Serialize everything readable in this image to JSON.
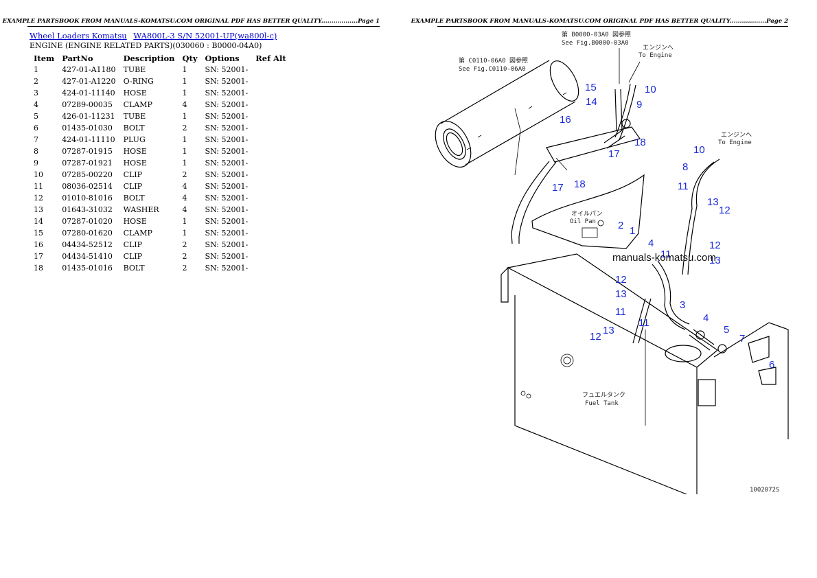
{
  "headers": {
    "left": "EXAMPLE PARTSBOOK FROM MANUALS-KOMATSU.COM ORIGINAL PDF HAS BETTER QUALITY..................Page 1",
    "right": "EXAMPLE PARTSBOOK FROM MANUALS-KOMATSU.COM ORIGINAL PDF HAS BETTER QUALITY..................Page 2"
  },
  "breadcrumb": {
    "category": "Wheel Loaders Komatsu",
    "model": "WA800L-3 S/N 52001-UP(wa800l-c)"
  },
  "section_title": "ENGINE (ENGINE RELATED PARTS)(030060 : B0000-04A0)",
  "table": {
    "headers": [
      "Item",
      "PartNo",
      "Description",
      "Qty",
      "Options",
      "Ref Alt"
    ],
    "rows": [
      [
        "1",
        "427-01-A1180",
        "TUBE",
        "1",
        "SN: 52001-",
        ""
      ],
      [
        "2",
        "427-01-A1220",
        "O-RING",
        "1",
        "SN: 52001-",
        ""
      ],
      [
        "3",
        "424-01-11140",
        "HOSE",
        "1",
        "SN: 52001-",
        ""
      ],
      [
        "4",
        "07289-00035",
        "CLAMP",
        "4",
        "SN: 52001-",
        ""
      ],
      [
        "5",
        "426-01-11231",
        "TUBE",
        "1",
        "SN: 52001-",
        ""
      ],
      [
        "6",
        "01435-01030",
        "BOLT",
        "2",
        "SN: 52001-",
        ""
      ],
      [
        "7",
        "424-01-11110",
        "PLUG",
        "1",
        "SN: 52001-",
        ""
      ],
      [
        "8",
        "07287-01915",
        "HOSE",
        "1",
        "SN: 52001-",
        ""
      ],
      [
        "9",
        "07287-01921",
        "HOSE",
        "1",
        "SN: 52001-",
        ""
      ],
      [
        "10",
        "07285-00220",
        "CLIP",
        "2",
        "SN: 52001-",
        ""
      ],
      [
        "11",
        "08036-02514",
        "CLIP",
        "4",
        "SN: 52001-",
        ""
      ],
      [
        "12",
        "01010-81016",
        "BOLT",
        "4",
        "SN: 52001-",
        ""
      ],
      [
        "13",
        "01643-31032",
        "WASHER",
        "4",
        "SN: 52001-",
        ""
      ],
      [
        "14",
        "07287-01020",
        "HOSE",
        "1",
        "SN: 52001-",
        ""
      ],
      [
        "15",
        "07280-01620",
        "CLAMP",
        "1",
        "SN: 52001-",
        ""
      ],
      [
        "16",
        "04434-52512",
        "CLIP",
        "2",
        "SN: 52001-",
        ""
      ],
      [
        "17",
        "04434-51410",
        "CLIP",
        "2",
        "SN: 52001-",
        ""
      ],
      [
        "18",
        "01435-01016",
        "BOLT",
        "2",
        "SN: 52001-",
        ""
      ]
    ]
  },
  "diagram": {
    "watermark": "manuals-komatsu.com",
    "figure_code": "1002072S",
    "notes": {
      "see_b0000_jp": "第 B0000-03A0 図参照",
      "see_b0000": "See Fig.B0000-03A0",
      "see_c0110_jp": "第 C0110-06A0 図参照",
      "see_c0110": "See Fig.C0110-06A0",
      "engine_jp_1": "エンジンへ",
      "to_engine_1": "To Engine",
      "engine_jp_2": "エンジンへ",
      "to_engine_2": "To Engine",
      "oil_pan_jp": "オイルパン",
      "oil_pan": "Oil Pan",
      "fuel_tank_jp": "フュエルタンク",
      "fuel_tank": "Fuel Tank"
    },
    "callouts": {
      "c15": "15",
      "c14": "14",
      "c10a": "10",
      "c9": "9",
      "c16": "16",
      "c17a": "17",
      "c18a": "18",
      "c17b": "17",
      "c18b": "18",
      "c10b": "10",
      "c8": "8",
      "c11a": "11",
      "c13a": "13",
      "c12a": "12",
      "c2": "2",
      "c1": "1",
      "c4a": "4",
      "c11b": "11",
      "c12b": "12",
      "c13b": "13",
      "c12c": "12",
      "c13c": "13",
      "c11c": "11",
      "c11d": "11",
      "c3": "3",
      "c12d": "12",
      "c13d": "13",
      "c4b": "4",
      "c5": "5",
      "c7": "7",
      "c6": "6"
    }
  }
}
